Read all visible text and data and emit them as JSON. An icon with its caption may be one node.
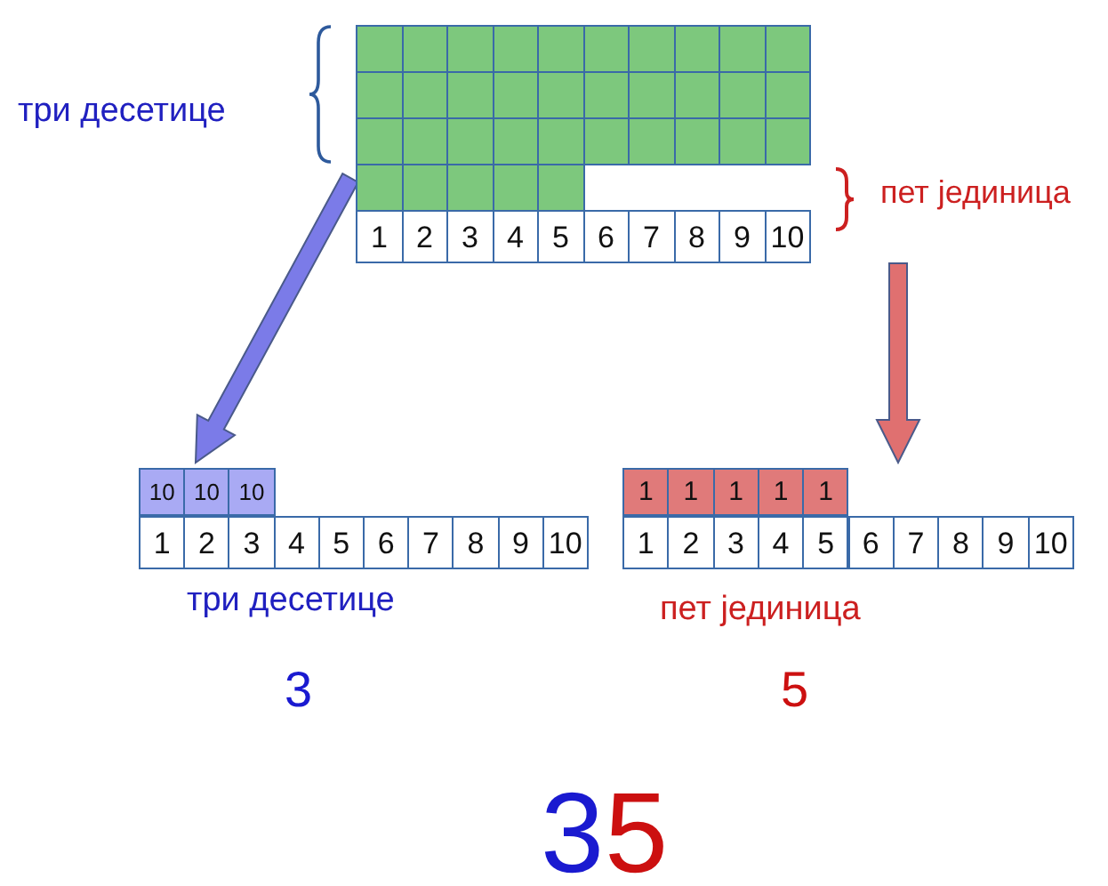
{
  "diagram": {
    "nodes": [
      {
        "text": [
          "1",
          "2",
          "3",
          "4",
          "5",
          "6",
          "7",
          "8",
          "9",
          "10"
        ]
      },
      {
        "text": [
          "10",
          "10",
          "10",
          "1",
          "2",
          "3",
          "4",
          "5",
          "6",
          "7",
          "8",
          "9",
          "10"
        ]
      },
      {
        "text": [
          "1",
          "1",
          "1",
          "1",
          "1",
          "1",
          "2",
          "3",
          "4",
          "5",
          "6",
          "7",
          "8",
          "9",
          "10"
        ]
      }
    ],
    "edges": [
      {
        "from": 0,
        "to": 1,
        "arrow": "to",
        "color": "#7b7be8"
      },
      {
        "from": 0,
        "to": 2,
        "arrow": "to",
        "color": "#e07070"
      }
    ],
    "labels": [
      "три десетице",
      "пет јединица",
      "три десетице",
      "пет јединица",
      "3",
      "5",
      "3",
      "5"
    ]
  }
}
